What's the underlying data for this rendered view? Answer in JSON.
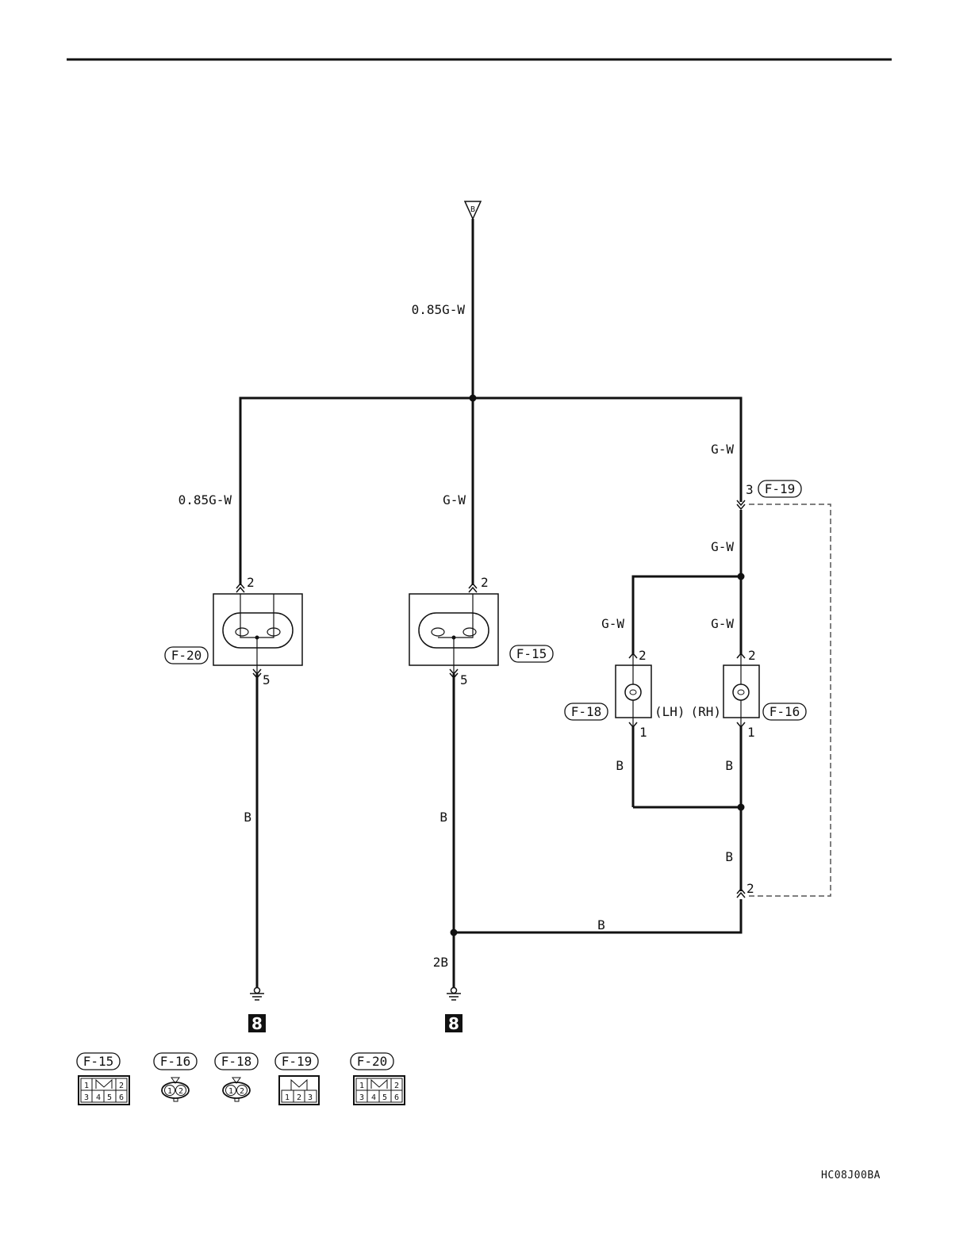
{
  "source_label": "B",
  "wires": {
    "main": "0.85G-W",
    "left_branch": "0.85G-W",
    "center_branch": "G-W",
    "right_top": "G-W",
    "right_mid": "G-W",
    "lh_branch": "G-W",
    "rh_branch": "G-W",
    "lh_ground": "B",
    "rh_ground": "B",
    "right_lower": "B",
    "return": "B",
    "left_ground": "B",
    "center_ground": "B",
    "center_bottom": "2B"
  },
  "components": {
    "f20": {
      "tag": "F-20",
      "pin_top": "2",
      "pin_bottom": "5"
    },
    "f15": {
      "tag": "F-15",
      "pin_top": "2",
      "pin_bottom": "5"
    },
    "f18": {
      "tag": "F-18",
      "side": "(LH)",
      "pin_top": "2",
      "pin_bottom": "1"
    },
    "f16": {
      "tag": "F-16",
      "side": "(RH)",
      "pin_top": "2",
      "pin_bottom": "1"
    },
    "f19": {
      "tag": "F-19",
      "pin_top": "3",
      "pin_bottom": "2"
    }
  },
  "grounds": {
    "left": "8",
    "center": "8"
  },
  "legend": [
    {
      "tag": "F-15",
      "pins": [
        "1",
        "2",
        "3",
        "4",
        "5",
        "6"
      ]
    },
    {
      "tag": "F-16",
      "pins": [
        "1",
        "2"
      ]
    },
    {
      "tag": "F-18",
      "pins": [
        "1",
        "2"
      ]
    },
    {
      "tag": "F-19",
      "pins": [
        "1",
        "2",
        "3"
      ]
    },
    {
      "tag": "F-20",
      "pins": [
        "1",
        "2",
        "3",
        "4",
        "5",
        "6"
      ]
    }
  ],
  "figure_code": "HC08J00BA"
}
